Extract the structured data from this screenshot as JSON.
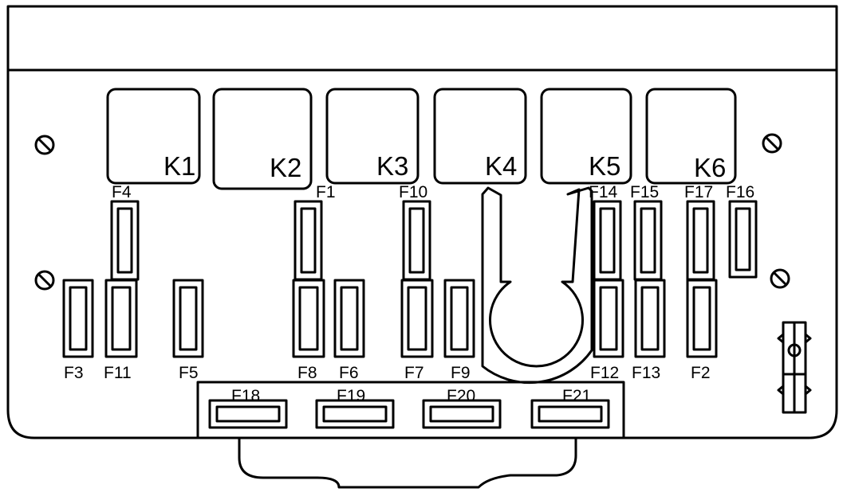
{
  "relays": [
    "K1",
    "K2",
    "K3",
    "K4",
    "K5",
    "K6"
  ],
  "fuses": {
    "upper_row": [
      "F4",
      "F1",
      "F10",
      "F14",
      "F15",
      "F17",
      "F16"
    ],
    "lower_row": [
      "F3",
      "F11",
      "F5",
      "F8",
      "F6",
      "F7",
      "F9",
      "F12",
      "F13",
      "F2"
    ],
    "bottom_row": [
      "F18",
      "F19",
      "F20",
      "F21"
    ]
  },
  "colors": {
    "line": "#000000",
    "background": "#ffffff"
  }
}
